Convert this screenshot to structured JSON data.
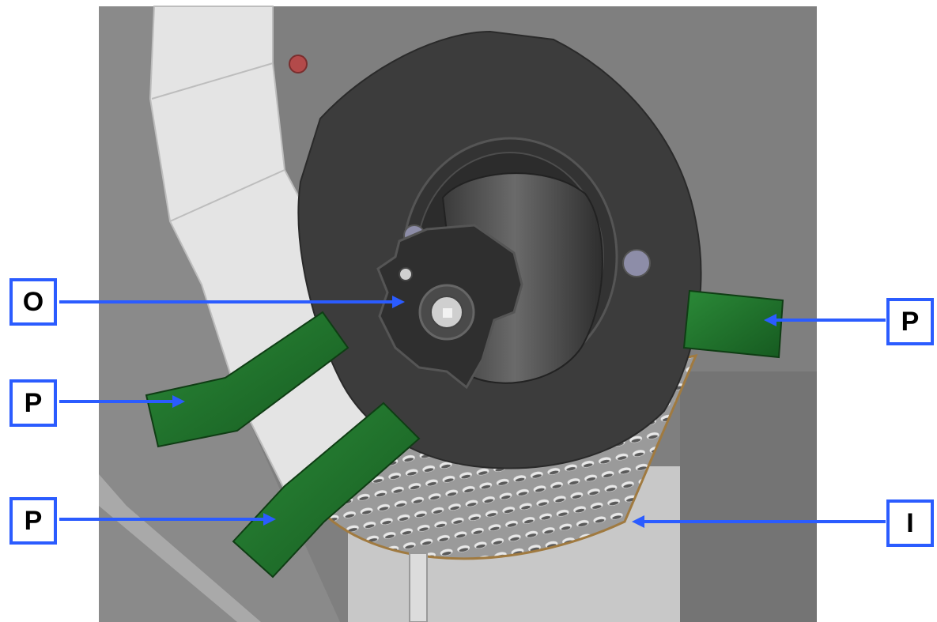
{
  "labels": {
    "o": "O",
    "p_right": "P",
    "p_left_upper": "P",
    "p_left_lower": "P",
    "i": "I"
  },
  "colors": {
    "arrow": "#2b5cff",
    "label_border": "#2b5cff",
    "background_gray": "#7f7f7f",
    "housing_dark": "#3c3c3c",
    "paddle_green": "#1f6b2a",
    "guide_white": "#e6e6e6",
    "indicator_red": "#b34a4a"
  },
  "parts": [
    {
      "id": "outlet",
      "label": "O"
    },
    {
      "id": "paddle",
      "label": "P"
    },
    {
      "id": "inlet-screen",
      "label": "I"
    }
  ]
}
